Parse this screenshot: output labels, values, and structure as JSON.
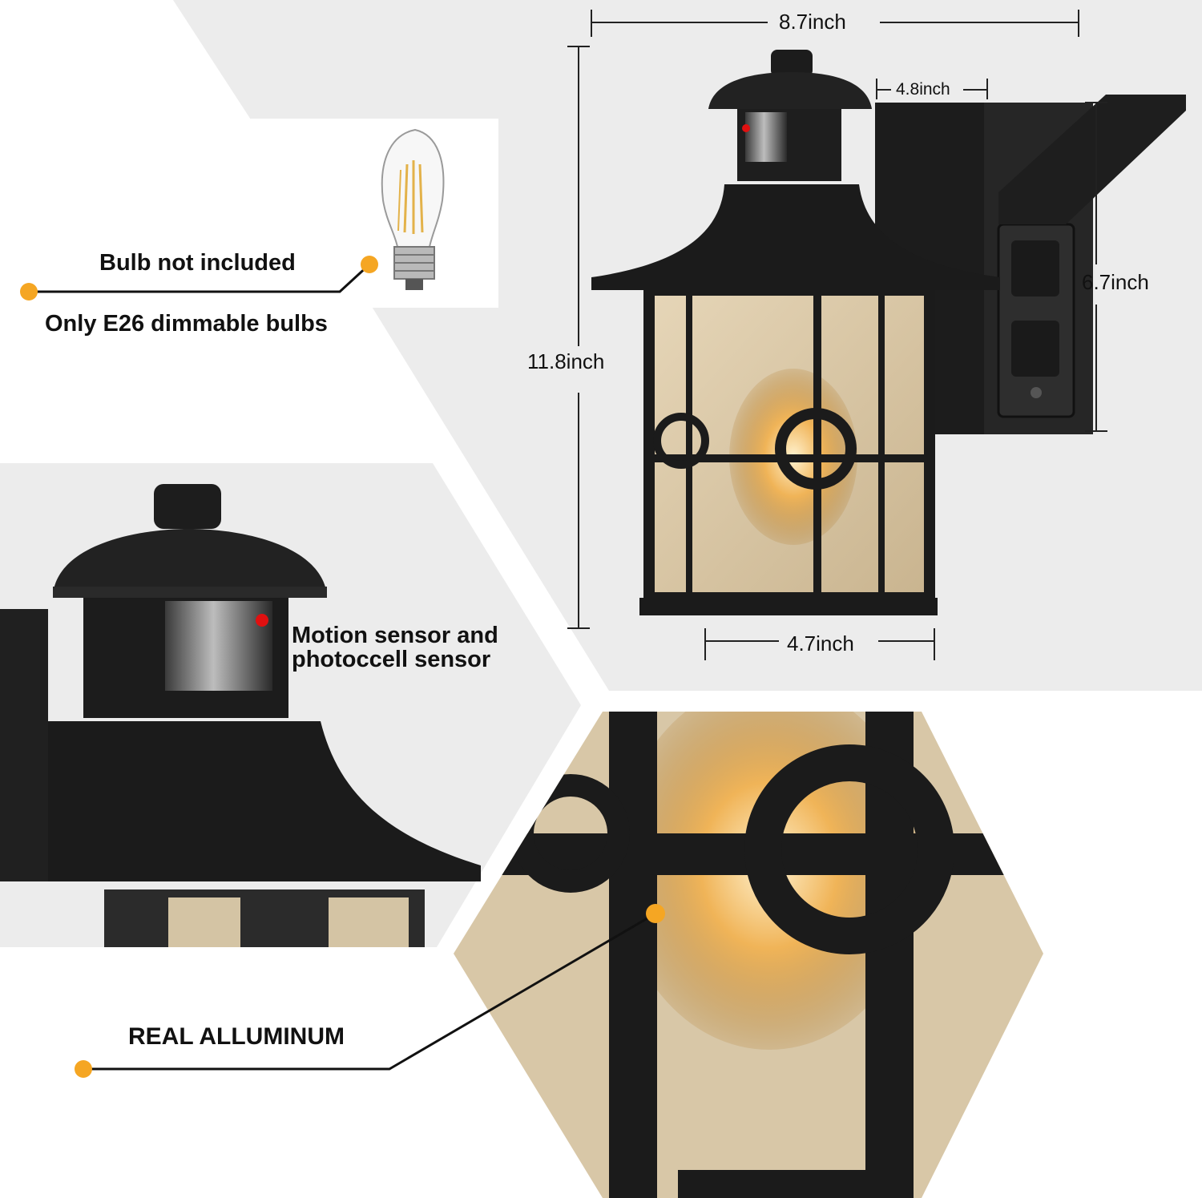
{
  "colors": {
    "background": "#ffffff",
    "panel_grey": "#ececec",
    "accent_dot": "#f5a623",
    "metal": "#1b1b1b",
    "sensor_red": "#e01010",
    "glow": "#f3c071"
  },
  "callouts": {
    "bulb_not_included": "Bulb not included",
    "only_e26": "Only E26 dimmable bulbs",
    "motion_sensor_line1": "Motion sensor and",
    "motion_sensor_line2": "photoccell sensor",
    "real_aluminum": "REAL ALLUMINUM"
  },
  "dimensions": {
    "width_overall": "8.7inch",
    "backplate_width": "4.8inch",
    "height_overall": "11.8inch",
    "backplate_height": "6.7inch",
    "lantern_width": "4.7inch"
  }
}
